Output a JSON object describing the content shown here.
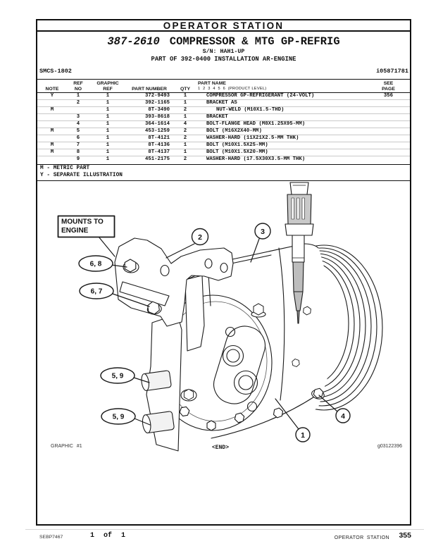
{
  "colors": {
    "ink": "#111111",
    "row_divider": "#c9c9c9",
    "connector_shade": "#c9c9c9"
  },
  "header": {
    "title": "OPERATOR STATION"
  },
  "title": {
    "part_number": "387-2610",
    "name": "COMPRESSOR & MTG GP-REFRIG",
    "serial": "S/N: HAH1-UP",
    "part_of": "PART OF 392-0400 INSTALLATION AR-ENGINE",
    "smcs": "SMCS-1802",
    "doc_id": "i05871781"
  },
  "table": {
    "headers": {
      "note": "NOTE",
      "ref": [
        "REF",
        "NO"
      ],
      "graphic": [
        "GRAPHIC",
        "REF"
      ],
      "part_number": "PART NUMBER",
      "qty": "QTY",
      "part_name": "PART NAME",
      "product_level": "1  2  3  4  5  6  (PRODUCT LEVEL)",
      "see_page": [
        "SEE",
        "PAGE"
      ]
    },
    "rows": [
      {
        "note": "Y",
        "ref_no": "1",
        "graphic_ref": "1",
        "part_number": "372-9493",
        "qty": "1",
        "part_name": "COMPRESSOR GP-REFRIGERANT (24-VOLT)",
        "see_page": "356",
        "indent": false
      },
      {
        "note": "",
        "ref_no": "2",
        "graphic_ref": "1",
        "part_number": "392-1165",
        "qty": "1",
        "part_name": "BRACKET AS",
        "see_page": "",
        "indent": false
      },
      {
        "note": "M",
        "ref_no": "",
        "graphic_ref": "1",
        "part_number": "8T-3490",
        "qty": "2",
        "part_name": "NUT-WELD (M10X1.5-THD)",
        "see_page": "",
        "indent": true
      },
      {
        "note": "",
        "ref_no": "3",
        "graphic_ref": "1",
        "part_number": "393-8618",
        "qty": "1",
        "part_name": "BRACKET",
        "see_page": "",
        "indent": false
      },
      {
        "note": "",
        "ref_no": "4",
        "graphic_ref": "1",
        "part_number": "364-1614",
        "qty": "4",
        "part_name": "BOLT-FLANGE HEAD (M8X1.25X95-MM)",
        "see_page": "",
        "indent": false
      },
      {
        "note": "M",
        "ref_no": "5",
        "graphic_ref": "1",
        "part_number": "453-1259",
        "qty": "2",
        "part_name": "BOLT (M16X2X40-MM)",
        "see_page": "",
        "indent": false
      },
      {
        "note": "",
        "ref_no": "6",
        "graphic_ref": "1",
        "part_number": "8T-4121",
        "qty": "2",
        "part_name": "WASHER-HARD (11X21X2.5-MM THK)",
        "see_page": "",
        "indent": false
      },
      {
        "note": "M",
        "ref_no": "7",
        "graphic_ref": "1",
        "part_number": "8T-4136",
        "qty": "1",
        "part_name": "BOLT (M10X1.5X25-MM)",
        "see_page": "",
        "indent": false
      },
      {
        "note": "M",
        "ref_no": "8",
        "graphic_ref": "1",
        "part_number": "8T-4137",
        "qty": "1",
        "part_name": "BOLT (M10X1.5X20-MM)",
        "see_page": "",
        "indent": false
      },
      {
        "note": "",
        "ref_no": "9",
        "graphic_ref": "1",
        "part_number": "451-2175",
        "qty": "2",
        "part_name": "WASHER-HARD (17.5X30X3.5-MM THK)",
        "see_page": "",
        "indent": false
      }
    ],
    "notes": [
      "M - METRIC PART",
      "Y - SEPARATE ILLUSTRATION"
    ]
  },
  "diagram": {
    "mounts_label": [
      "MOUNTS TO",
      "ENGINE"
    ],
    "callouts": {
      "c1": "1",
      "c2": "2",
      "c3": "3",
      "c4": "4",
      "b68": "6, 8",
      "b67": "6, 7",
      "b59a": "5, 9",
      "b59b": "5, 9"
    },
    "caption_left": "GRAPHIC #1",
    "caption_center": "<END>",
    "caption_right": "g03122396"
  },
  "footer": {
    "doc_code": "SEBP7467",
    "page_info": "1 of 1",
    "section": "OPERATOR STATION",
    "page_number": "355"
  }
}
